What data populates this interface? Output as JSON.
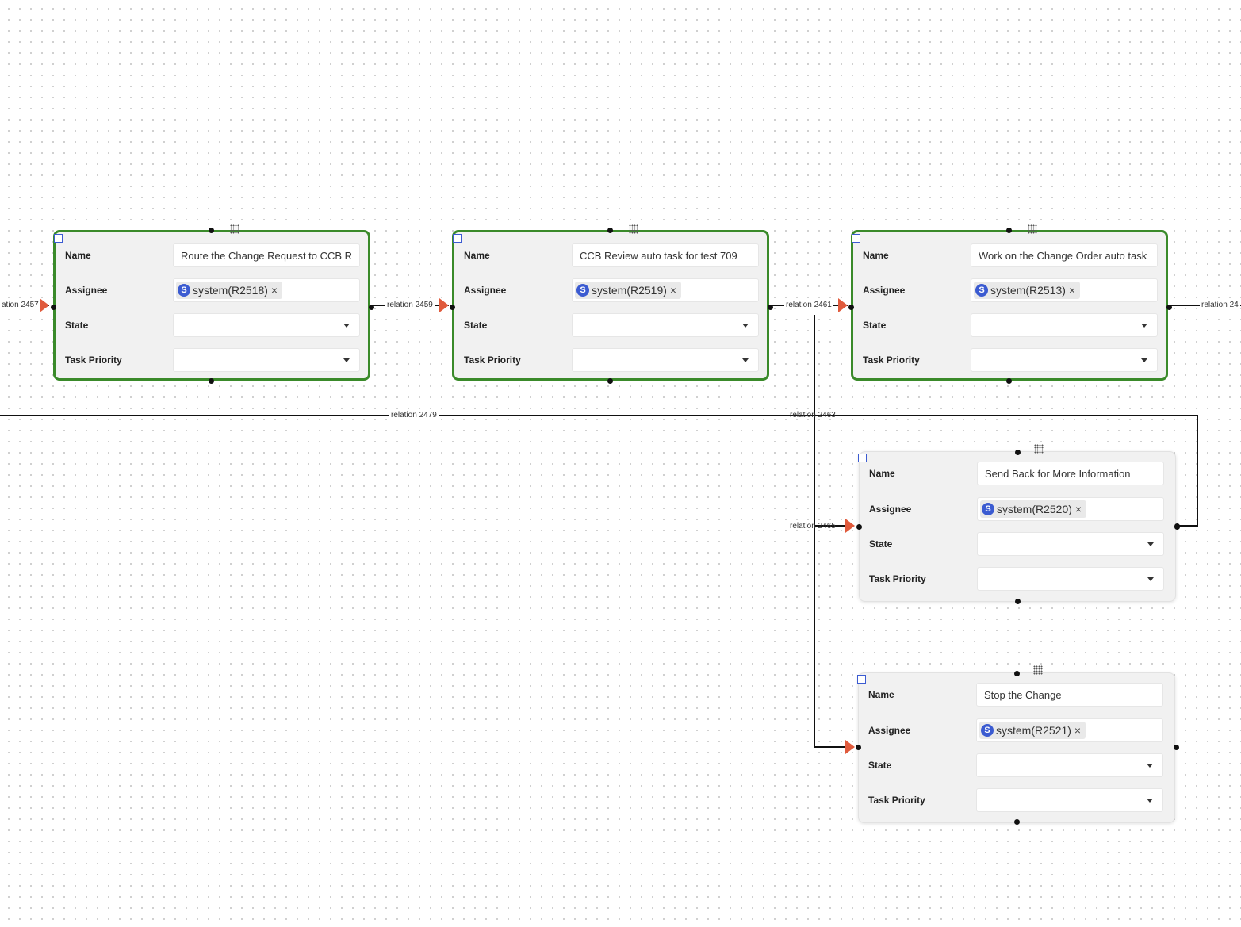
{
  "field_labels": {
    "name": "Name",
    "assignee": "Assignee",
    "state": "State",
    "task_priority": "Task Priority"
  },
  "nodes": [
    {
      "name": "Route the Change Request to CCB R",
      "assignee_initial": "S",
      "assignee": "system(R2518)",
      "state": "",
      "task_priority": "",
      "status": "active"
    },
    {
      "name": "CCB Review auto task for test 709",
      "assignee_initial": "S",
      "assignee": "system(R2519)",
      "state": "",
      "task_priority": "",
      "status": "active"
    },
    {
      "name": "Work on the Change Order auto task",
      "assignee_initial": "S",
      "assignee": "system(R2513)",
      "state": "",
      "task_priority": "",
      "status": "active"
    },
    {
      "name": "Send Back for More Information",
      "assignee_initial": "S",
      "assignee": "system(R2520)",
      "state": "",
      "task_priority": "",
      "status": "idle"
    },
    {
      "name": "Stop the Change",
      "assignee_initial": "S",
      "assignee": "system(R2521)",
      "state": "",
      "task_priority": "",
      "status": "idle"
    }
  ],
  "relations": [
    "ation 2457",
    "relation 2459",
    "relation 2461",
    "relation 24",
    "relation 2479",
    "relation 2463",
    "relation 2465"
  ],
  "colors": {
    "active_border": "#3a8a2a",
    "arrow": "#e05a3c",
    "chip_avatar": "#3b5bd1"
  },
  "icons": {
    "remove": "×"
  }
}
